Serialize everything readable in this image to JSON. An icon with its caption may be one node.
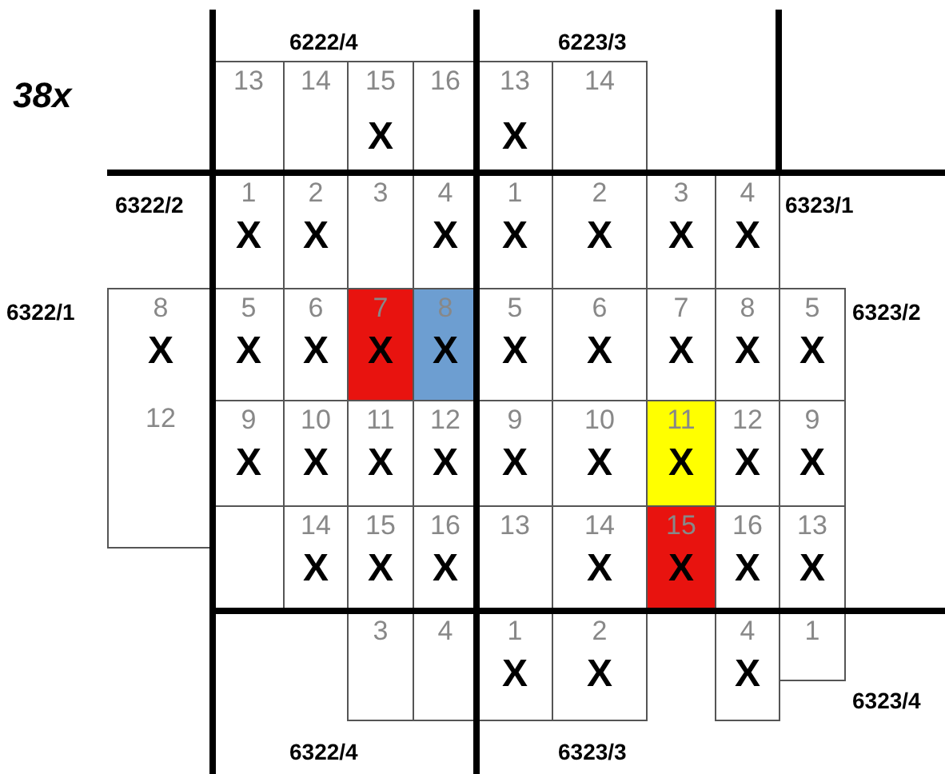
{
  "diagram": {
    "nodes": [
      {
        "text": [
          "13"
        ]
      },
      {
        "text": [
          "14"
        ]
      },
      {
        "text": [
          "15",
          "X"
        ]
      },
      {
        "text": [
          "16"
        ]
      },
      {
        "text": [
          "13",
          "X"
        ]
      },
      {
        "text": [
          "14"
        ]
      },
      {
        "text": [
          "1",
          "X"
        ]
      },
      {
        "text": [
          "2",
          "X"
        ]
      },
      {
        "text": [
          "3"
        ]
      },
      {
        "text": [
          "4",
          "X"
        ]
      },
      {
        "text": [
          "1",
          "X"
        ]
      },
      {
        "text": [
          "2",
          "X"
        ]
      },
      {
        "text": [
          "3",
          "X"
        ]
      },
      {
        "text": [
          "4",
          "X"
        ]
      },
      {
        "text": [
          "8",
          "X"
        ]
      },
      {
        "text": [
          "5",
          "X"
        ]
      },
      {
        "text": [
          "6",
          "X"
        ]
      },
      {
        "text": [
          "7",
          "X"
        ]
      },
      {
        "text": [
          "8",
          "X"
        ]
      },
      {
        "text": [
          "5",
          "X"
        ]
      },
      {
        "text": [
          "6",
          "X"
        ]
      },
      {
        "text": [
          "7",
          "X"
        ]
      },
      {
        "text": [
          "8",
          "X"
        ]
      },
      {
        "text": [
          "5",
          "X"
        ]
      },
      {
        "text": [
          "12"
        ]
      },
      {
        "text": [
          "9",
          "X"
        ]
      },
      {
        "text": [
          "10",
          "X"
        ]
      },
      {
        "text": [
          "11",
          "X"
        ]
      },
      {
        "text": [
          "12",
          "X"
        ]
      },
      {
        "text": [
          "9",
          "X"
        ]
      },
      {
        "text": [
          "10",
          "X"
        ]
      },
      {
        "text": [
          "11",
          "X"
        ]
      },
      {
        "text": [
          "12",
          "X"
        ]
      },
      {
        "text": [
          "9",
          "X"
        ]
      },
      {
        "text": [
          "14",
          "X"
        ]
      },
      {
        "text": [
          "15",
          "X"
        ]
      },
      {
        "text": [
          "16",
          "X"
        ]
      },
      {
        "text": [
          "13"
        ]
      },
      {
        "text": [
          "14",
          "X"
        ]
      },
      {
        "text": [
          "15",
          "X"
        ]
      },
      {
        "text": [
          "16",
          "X"
        ]
      },
      {
        "text": [
          "13",
          "X"
        ]
      },
      {
        "text": [
          "3"
        ]
      },
      {
        "text": [
          "4"
        ]
      },
      {
        "text": [
          "1",
          "X"
        ]
      },
      {
        "text": [
          "2",
          "X"
        ]
      },
      {
        "text": [
          "4",
          "X"
        ]
      },
      {
        "text": [
          "1"
        ]
      }
    ],
    "labels": [
      "6222/4",
      "6223/3",
      "38x",
      "6322/2",
      "6323/1",
      "6322/1",
      "6323/2",
      "6323/4",
      "6322/4",
      "6323/3"
    ]
  }
}
